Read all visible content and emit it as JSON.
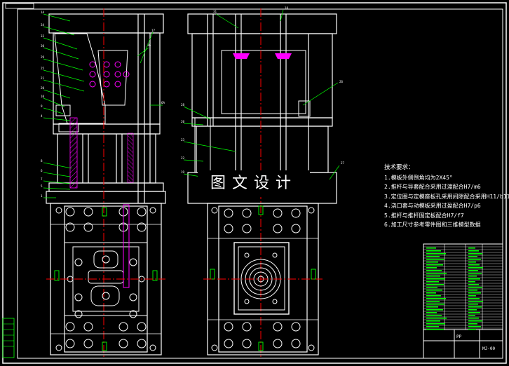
{
  "watermark": "图文设计",
  "tech_notes": {
    "title": "技术要求：",
    "lines": [
      "1.模板外侧倒角均为2X45°",
      "2.推杆与导套配合采用过渡配合H7/m6",
      "3.定位圈与定模座板孔采用间隙配合采用H11/b11",
      "4.浇口套与动模板采用过盈配合H7/p6",
      "5.推杆与推杆固定板配合H7/f7",
      "6.加工尺寸参考零件图和三维模型数据"
    ]
  },
  "title_block": {
    "material": "PP",
    "drawing_code": "MJ-00"
  },
  "colors": {
    "outline": "#ffffff",
    "centerline": "#ff0000",
    "leader": "#00ff00",
    "hatch": "#ff00ff",
    "cavity": "#ffff00",
    "background": "#000000"
  }
}
